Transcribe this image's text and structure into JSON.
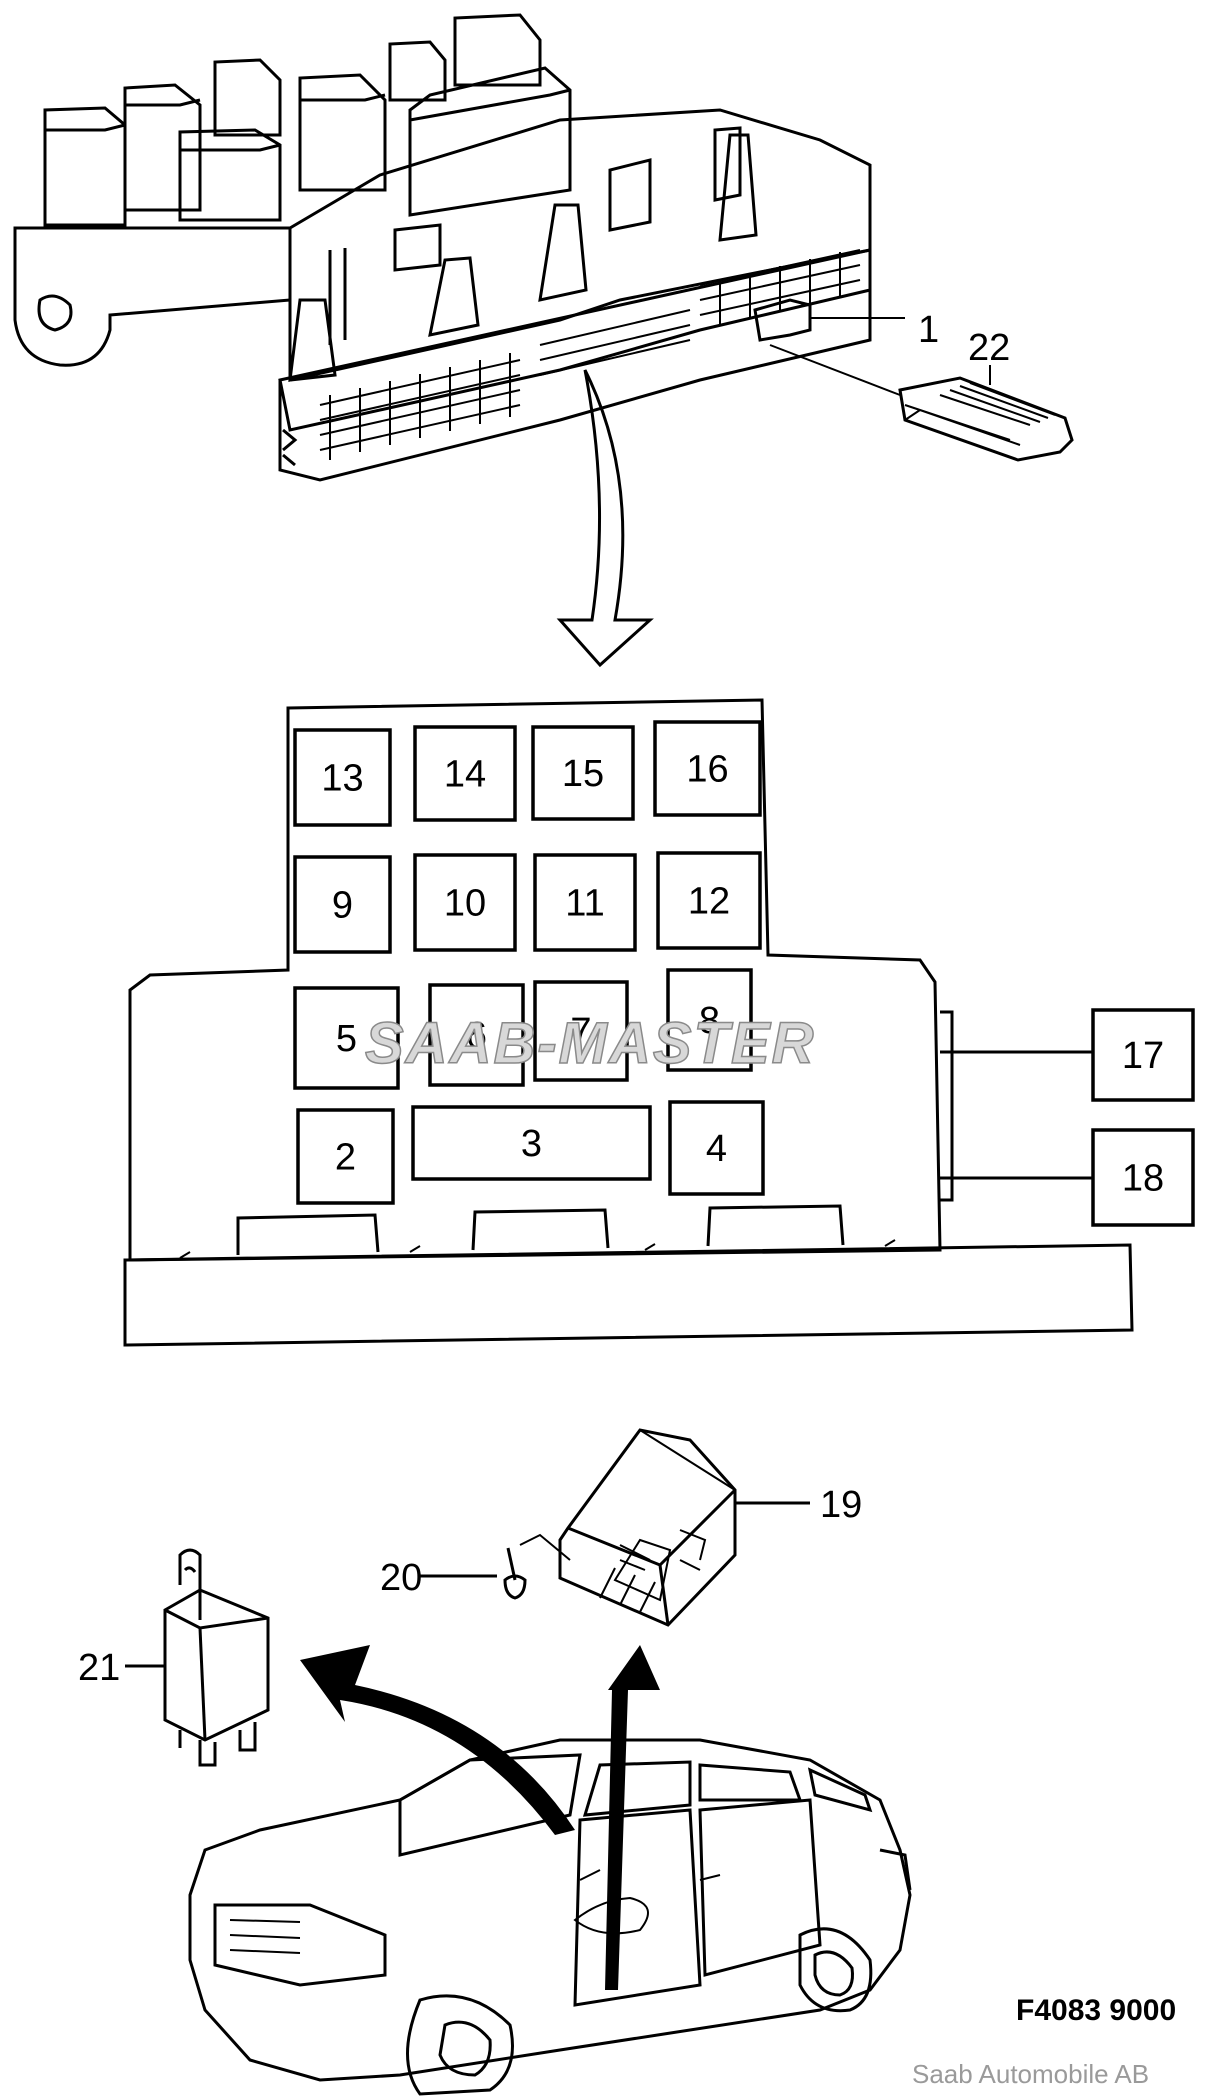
{
  "diagram": {
    "figure_code": "F4083 9000",
    "copyright": "Saab Automobile AB",
    "watermark": "SAAB-MASTER",
    "callouts": {
      "p1": "1",
      "p22": "22",
      "p19": "19",
      "p20": "20",
      "p21": "21"
    },
    "relay_positions": [
      {
        "id": "13",
        "label": "13"
      },
      {
        "id": "14",
        "label": "14"
      },
      {
        "id": "15",
        "label": "15"
      },
      {
        "id": "16",
        "label": "16"
      },
      {
        "id": "9",
        "label": "9"
      },
      {
        "id": "10",
        "label": "10"
      },
      {
        "id": "11",
        "label": "11"
      },
      {
        "id": "12",
        "label": "12"
      },
      {
        "id": "5",
        "label": "5"
      },
      {
        "id": "6",
        "label": "6"
      },
      {
        "id": "7",
        "label": "7"
      },
      {
        "id": "8",
        "label": "8"
      },
      {
        "id": "2",
        "label": "2"
      },
      {
        "id": "3",
        "label": "3"
      },
      {
        "id": "4",
        "label": "4"
      }
    ],
    "external_positions": [
      {
        "id": "17",
        "label": "17"
      },
      {
        "id": "18",
        "label": "18"
      }
    ],
    "colors": {
      "line": "#000000",
      "watermark_fill": "#d8d8d8",
      "copyright": "#9a9a9a"
    }
  }
}
